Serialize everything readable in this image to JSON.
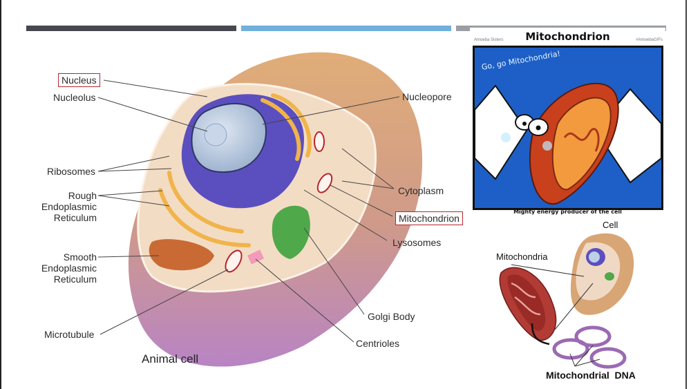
{
  "slide": {
    "accent_bars": [
      {
        "name": "dark",
        "color": "#45484f"
      },
      {
        "name": "blue",
        "color": "#6fb0de"
      },
      {
        "name": "gray",
        "color": "#9a9da4"
      }
    ]
  },
  "animal_cell": {
    "caption": "Animal cell",
    "highlight_color": "#b3262c",
    "labels_left": {
      "nucleus": "Nucleus",
      "nucleolus": "Nucleolus",
      "ribosomes": "Ribosomes",
      "rough_er_1": "Rough",
      "rough_er_2": "Endoplasmic",
      "rough_er_3": "Reticulum",
      "smooth_er_1": "Smooth",
      "smooth_er_2": "Endoplasmic",
      "smooth_er_3": "Reticulum",
      "microtubule": "Microtubule"
    },
    "labels_right": {
      "nucleopore": "Nucleopore",
      "cytoplasm": "Cytoplasm",
      "mitochondrion": "Mitochondrion",
      "lysosomes": "Lysosomes",
      "golgi": "Golgi Body",
      "centrioles": "Centrioles"
    },
    "highlighted_labels": [
      "Nucleus",
      "Mitochondrion"
    ]
  },
  "mito_card": {
    "title": "Mitochondrion",
    "credit_left": "Amoeba Sisters",
    "credit_right": "#AmoebaGIFs",
    "speech": "Go, go Mitochondria!",
    "caption": "Mighty energy producer of the cell",
    "panel_color": "#1d5fc6"
  },
  "mito_dna": {
    "cell_label": "Cell",
    "mitochondria_label": "Mitochondria",
    "dna_label": "Mitochondrial  DNA"
  }
}
